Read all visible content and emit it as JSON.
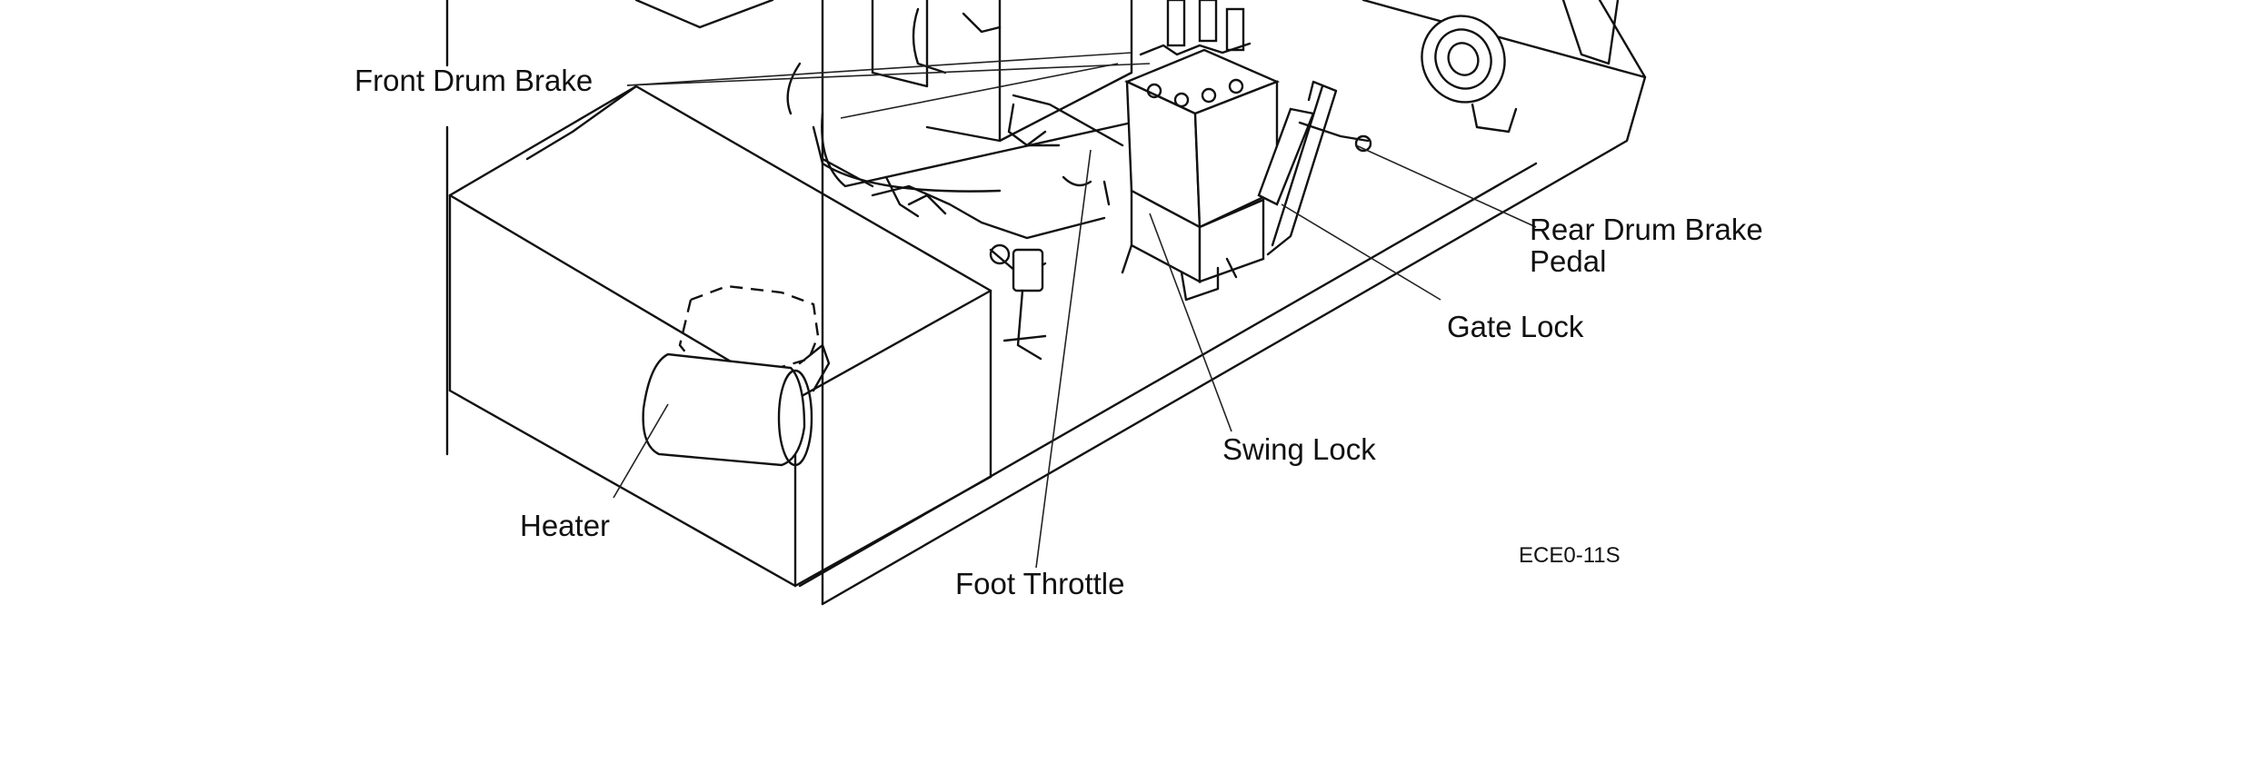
{
  "labels": {
    "front_drum_brake": "Front Drum Brake",
    "rear_drum_brake_line1": "Rear Drum Brake",
    "rear_drum_brake_line2": "Pedal",
    "gate_lock": "Gate Lock",
    "swing_lock": "Swing Lock",
    "heater": "Heater",
    "foot_throttle": "Foot Throttle"
  },
  "figure_code": "ECE0-11S"
}
